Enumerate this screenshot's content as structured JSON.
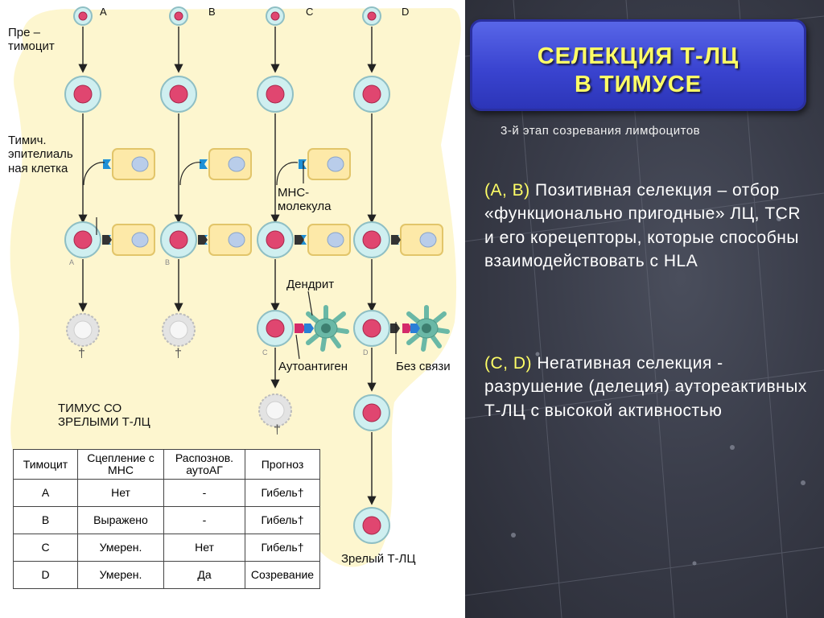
{
  "left": {
    "columns": [
      "A",
      "B",
      "C",
      "D"
    ],
    "label_prethymocyte": [
      "Пре –",
      "тимоцит"
    ],
    "label_epithelial": [
      "Тимич.",
      "эпителиаль",
      "ная клетка"
    ],
    "label_mhc": [
      "МНС-",
      "молекула"
    ],
    "label_dendrite": "Дендрит",
    "label_autoantigen": "Аутоантиген",
    "label_nobond": "Без связи",
    "label_thymus": [
      "ТИМУС СО",
      "ЗРЕЛЫМИ Т-ЛЦ"
    ],
    "label_mature": "Зрелый Т-ЛЦ",
    "small_letters": [
      "A",
      "B",
      "C",
      "D"
    ],
    "cross_glyph": "†",
    "table": {
      "headers": [
        "Тимоцит",
        "Сцепление с МНС",
        "Распознов. аутоАГ",
        "Прогноз"
      ],
      "rows": [
        [
          "A",
          "Нет",
          "-",
          "Гибель"
        ],
        [
          "B",
          "Выражено",
          "-",
          "Гибель"
        ],
        [
          "C",
          "Умерен.",
          "Нет",
          "Гибель"
        ],
        [
          "D",
          "Умерен.",
          "Да",
          "Созревание"
        ]
      ],
      "row_marks": [
        "†",
        "†",
        "†",
        ""
      ]
    },
    "colors": {
      "background_shape": "#fdf6cf",
      "cell_body": "#cfeff0",
      "nucleus": "#e04670",
      "epithelial": "#fde9a8",
      "dead_cell": "#e3e3e3",
      "dendritic": "#6ab8a6"
    }
  },
  "right": {
    "title": [
      "СЕЛЕКЦИЯ Т-ЛЦ",
      "В ТИМУСЕ"
    ],
    "subtitle": "3-й этап созревания лимфоцитов",
    "para1_prefix": "(A, B)",
    "para1_text": "Позитивная селекция – отбор «функционально пригодные» ЛЦ, TCR и его корецепторы, которые способны взаимодействовать с HLA",
    "para2_prefix": "(C, D)",
    "para2_text": "Негативная селекция - разрушение (делеция) аутореактивных Т-ЛЦ с высокой активностью",
    "colors": {
      "title_box": "#3a44d0",
      "title_text": "#ffff66",
      "highlight": "#ffff66"
    }
  }
}
